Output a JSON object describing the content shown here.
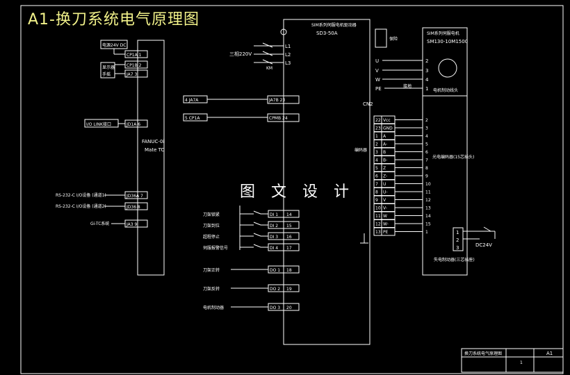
{
  "title": "A1-换刀系统电气原理图",
  "watermark": "图 文 设 计",
  "fanuc": {
    "label_line1": "FANUC-0i",
    "label_line2": "Mate TC",
    "power_label": "电源24V DC",
    "ports": [
      "CP1A 1",
      "CP1B 2",
      "JA7 3",
      "JD1A 6",
      "JD36A 7",
      "JD36 8",
      "JA3 9"
    ],
    "side_labels": [
      "显示器",
      "手摇",
      "I/O LINK接口",
      "RS-232-C I/O设备 (通道1)",
      "RS-232-C I/O设备 (通道2)",
      "Gi-TC系统"
    ]
  },
  "servo_driver": {
    "header_line1": "SIM系列伺服电机驱动器",
    "header_line2": "SD3-50A",
    "supply_label": "三相220V",
    "phases": [
      "L1",
      "L2",
      "L3"
    ],
    "km": "KM",
    "outputs": [
      "U",
      "V",
      "W",
      "PE"
    ],
    "cn2": "CN2",
    "encoder_label": "编码器",
    "jat": "JA7B 23",
    "cpmb": "CPMB 24",
    "fuse_label": "保险"
  },
  "encoder_pins": [
    {
      "pin": "22",
      "sig": "Vcc",
      "to": "2"
    },
    {
      "pin": "23",
      "sig": "GND",
      "to": "3"
    },
    {
      "pin": "1",
      "sig": "A",
      "to": "4"
    },
    {
      "pin": "2",
      "sig": "A-",
      "to": "5"
    },
    {
      "pin": "3",
      "sig": "B",
      "to": "6"
    },
    {
      "pin": "4",
      "sig": "B-",
      "to": "7"
    },
    {
      "pin": "5",
      "sig": "Z",
      "to": "8"
    },
    {
      "pin": "6",
      "sig": "Z-",
      "to": "9"
    },
    {
      "pin": "7",
      "sig": "U",
      "to": "10"
    },
    {
      "pin": "8",
      "sig": "U-",
      "to": "11"
    },
    {
      "pin": "9",
      "sig": "V",
      "to": "12"
    },
    {
      "pin": "10",
      "sig": "V-",
      "to": "13"
    },
    {
      "pin": "11",
      "sig": "W",
      "to": "14"
    },
    {
      "pin": "12",
      "sig": "W-",
      "to": "15"
    },
    {
      "pin": "13",
      "sig": "PE",
      "to": "1"
    }
  ],
  "motor": {
    "header_line1": "SIM系列伺服电机",
    "header_line2": "SM130-10M1500",
    "terminals": [
      "2",
      "3",
      "4",
      "1"
    ],
    "ground_label": "接地",
    "brake_label": "电机制动线头",
    "encoder_label": "光电编码器(15芯插头)",
    "brake_power": "失电制动器(三芯插座)",
    "brake_pins": [
      "1",
      "2",
      "3"
    ],
    "dc24": "DC24V"
  },
  "io": {
    "inputs": [
      {
        "label": "刀架锁紧",
        "addr": "DI 1",
        "pin": "14"
      },
      {
        "label": "刀架到位",
        "addr": "DI 2",
        "pin": "15"
      },
      {
        "label": "超程停止",
        "addr": "DI 3",
        "pin": "16"
      },
      {
        "label": "伺服报警信号",
        "addr": "DI 4",
        "pin": "17"
      }
    ],
    "outputs": [
      {
        "label": "刀架正转",
        "addr": "DO 1",
        "pin": "18"
      },
      {
        "label": "刀架反转",
        "addr": "DO 2",
        "pin": "19"
      },
      {
        "label": "电机制动器",
        "addr": "DO 3",
        "pin": "20"
      }
    ]
  },
  "title_block": {
    "drawing_name": "换刀系统电气原理图",
    "sheet": "A1",
    "scale": "1"
  }
}
